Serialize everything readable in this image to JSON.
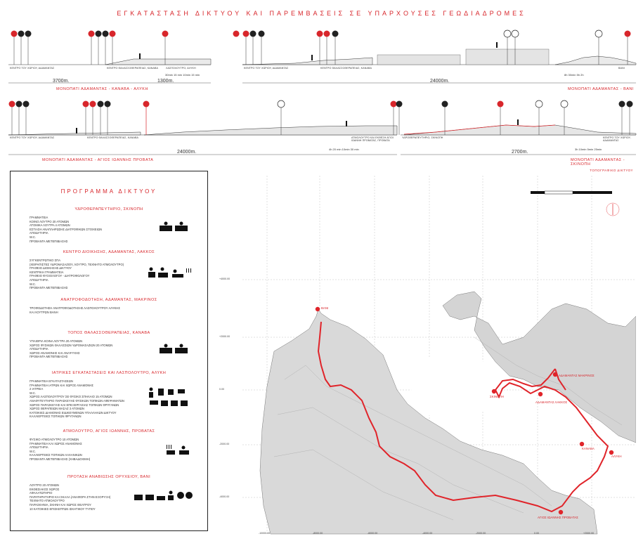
{
  "title": "ΕΓΚΑΤΑΣΤΑΣΗ ΔΙΚΤΥΟΥ ΚΑΙ ΠΑΡΕΜΒΑΣΕΙΣ ΣΕ ΥΠΑΡΧΟΥΣΕΣ ΓΕΩΔΙΑΔΡΟΜΕΣ",
  "routes": {
    "r1": {
      "name": "ΜΟΝΟΠΑΤΙ ΑΔΑΜΑΝΤΑΣ - ΚΑΝΑΒΑ - ΑΛΥΚΗ",
      "dist_a": "3700m.",
      "dist_b": "1300m.",
      "stop_a": "ΚΕΝΤΡΟ ΤΟΥ ΧΩΡΙΟΥ, ΑΔΑΜΑΝΤΑΣ",
      "stop_b": "ΚΕΝΤΡΟ ΘΑΛΑΣΣΟΘΕΡΑΠΕΙΑΣ, ΚΑΝΑΒΑ",
      "stop_c": "ΛΑΣΠΟΛΟΥΤΡΟ, ΑΛΥΚΗ",
      "times": "30min   15 min   10min   15 min"
    },
    "r2": {
      "name": "ΜΟΝΟΠΑΤΙ ΑΔΑΜΑΝΤΑΣ - ΒΑΝΙ",
      "dist": "24000m.",
      "stop_a": "ΚΕΝΤΡΟ ΤΟΥ ΧΩΡΙΟΥ, ΑΔΑΜΑΝΤΑΣ",
      "stop_b": "ΚΕΝΤΡΟ ΘΑΛΑΣΣΟΘΕΡΑΠΕΙΑΣ, ΚΑΝΑΒΑ",
      "stop_c": "ΒΑΝΙ",
      "times": "8h   30min   5h   2h"
    },
    "r3": {
      "name": "ΜΟΝΟΠΑΤΙ ΑΔΑΜΑΝΤΑΣ - ΑΓΙΟΣ ΙΩΑΝΝΗΣ ΠΡΟΒΑΤΑ",
      "dist": "24000m.",
      "stop_a": "ΚΕΝΤΡΟ ΤΟΥ ΧΩΡΙΟΥ, ΑΔΑΜΑΝΤΑΣ",
      "stop_b": "ΚΕΝΤΡΟ ΘΑΛΑΣΣΟΘΕΡΑΠΕΙΑΣ, ΚΑΝΑΒΑ",
      "stop_c": "ΑΤΜΟΛΟΥΤΡΟ ΚΑΙ ΕΚΘΕΣΗ ΑΓΙΟΙ ΙΩΑΝΝΗ ΠΡΟΒΑΤΑΣ, ΠΡΟΒΑΤΑ",
      "times": "4h   20 min   10min   30 min"
    },
    "r4": {
      "name": "ΜΟΝΟΠΑΤΙ ΑΔΑΜΑΝΤΑΣ - ΣΚΙΝΟΠΗ",
      "dist": "2700m.",
      "stop_a": "ΥΔΡΟΘΕΡΑΠΕΥΤΗΡΙΟ, ΣΚΙΝΟΠΗ",
      "stop_b": "ΚΕΝΤΡΟ ΤΟΥ ΧΩΡΙΟΥ, ΑΔΑΜΑΝΤΑΣ",
      "times": "3h   10min   5min   25min"
    }
  },
  "program": {
    "title": "ΠΡΟΓΡΑΜΜΑ ΔΙΚΤΥΟΥ",
    "sections": [
      {
        "title": "ΥΔΡΟΘΕΡΑΠΕΥΤΗΡΙΟ, ΣΚΙΝΟΠΗ",
        "items": [
          "ΓΡΑΜΜΑΤΕΙΑ",
          "ΚΟΙΝΟ ΛΟΥΤΡΟ 20 ΑΤΟΜΩΝ",
          "ΑΤΟΜΙΚΑ ΛΟΥΤΡΑ 4 ΑΤΟΜΩΝ",
          "ΕΣΤΙΑΣΗ ΑΝΑΠΛΗΡΩΣΗΣ ΔΙΑΤΡΟΦΙΚΩΝ ΣΤΟΙΧΕΙΩΝ",
          "ΑΠΟΔΥΤΗΡΙΑ",
          "W.C.",
          "ΠΡΟΒΑΝΤΑ ΜΕΤΕΠΙΒΙΑΣΗΣ"
        ]
      },
      {
        "title": "ΚΕΝΤΡΟ ΔΙΟΙΚΗΣΗΣ, ΑΔΑΜΑΝΤΑΣ, ΛΑΚΚΟΣ",
        "items": [
          "ΣΥΓΚΕΝΤΡΩΤΙΚΟ ΣΠΑ",
          "(ΧΕΙΡΑΠΙΣΤΕΣ ΥΔΡΟΜΑΣΑΖΙΟΥ, ΛΟΥΤΡΟ, ΤΕΧΝΗΤΟ ΑΤΜΟΛΟΥΤΡΟ)",
          "ΓΡΑΦΕΙΟ ΔΙΟΙΚΗΣΗΣ ΔΙΚΤΥΟΥ",
          "ΚΕΝΤΡΙΚΗ ΓΡΑΜΜΑΤΕΙΑ",
          "ΓΡΑΦΕΙΟ ΦΥΣΙΟΛΟΓΟΥ - ΔΙΑΤΡΟΦΟΛΟΓΟΥ",
          "ΑΠΟΔΥΤΗΡΙΑ",
          "W.C.",
          "ΠΡΟΒΑΝΤΑ ΜΕΤΕΠΙΒΙΑΣΗΣ"
        ]
      },
      {
        "title": "ΑΝΑΤΡΟΦΟΔΟΤΗΣΗ, ΑΔΑΜΑΝΤΑΣ, ΜΑΚΡΙΝΟΣ",
        "items": [
          "ΤΡΟΦΟΔΟΤΗΣΗ ΑΝΑΤΡΟΦΟΔΟΤΗΣΗΣ ΛΑΣΠΟΛΟΥΤΡΟΥ ΑΛΥΚΗΣ",
          "ΚΑΙ ΛΟΥΤΡΩΝ ΒΑΝΗ"
        ]
      },
      {
        "title": "ΤΟΠΟΣ ΘΑΛΑΣΣΟΘΕΡΑΠΕΙΑΣ, ΚΑΝΑΒΑ",
        "items": [
          "ΥΠΑΙΘΡΙΑ ΚΟΙΝΑ ΛΟΥΤΡΑ 20 ΑΤΟΜΩΝ",
          "ΧΩΡΟΣ ΦΥΣΙΚΩΝ ΘΑΛΑΣΣΙΩΝ ΥΔΡΟΜΑΣΑΖΙΩΝ 20 ΑΤΟΜΩΝ",
          "ΑΠΟΔΥΤΗΡΙΑ",
          "ΧΩΡΟΣ ΑΝΑΜΟΝΗΣ ΚΑΙ ΑΝΑΨΥΧΗΣ",
          "ΠΡΟΒΑΝΤΑ ΜΕΤΕΠΙΒΙΑΣΗΣ"
        ]
      },
      {
        "title": "ΙΑΤΡΙΚΕΣ ΕΓΚΑΤΑΣΤΑΣΕΙΣ ΚΑΙ ΛΑΣΠΟΛΟΥΤΡΟ, ΑΛΥΚΗ",
        "items": [
          "ΓΡΑΜΜΑΤΕΙΑ ΕΓΚΑΤΑΣΤΑΣΕΩΝ",
          "ΓΡΑΜΜΑΤΕΙΑ ΙΑΤΡΩΝ ΚΑΙ ΧΩΡΟΣ ΑΝΑΜΟΝΗΣ",
          "2 ΙΑΤΡΕΙΑ",
          "W.C.",
          "ΧΩΡΟΣ ΛΑΣΠΟΛΟΥΤΡΟΥ ΣΕ ΦΥΣΙΚΟ ΣΠΗΛΑΙΟ 15 ΑΤΟΜΩΝ",
          "ΑΝΑΦΥΤΕΥΤΗΡΙΟ ΠΑΡΑΣΚΕΥΗΣ ΦΥΣΙΚΩΝ ΤΟΠΙΚΩΝ ΑΦΕΨΗΜΑΤΩΝ",
          "ΧΩΡΟΣ ΠΑΡΑΣΚΕΥΗΣ ΚΑΙ ΕΠΕΞΕΡΓΑΣΙΑΣ ΤΟΠΙΚΩΝ ΦΡΥΓΑΝΩΝ",
          "ΧΩΡΟΣ ΘΕΡΑΠΕΙΩΝ ΜΑΣΑΖ 3 ΑΤΟΜΩΝ",
          "ΚΑΤΟΙΚΙΕΣ ΔΙΑΜΟΝΗΣ ΕΙΔΙΚΕΥΜΕΝΩΝ ΥΠΑΛΛΗΛΩΝ ΔΙΚΤΥΟΥ",
          "ΚΑΛΛΙΕΡΓΕΙΕΣ ΤΟΠΙΚΩΝ ΦΡΥΓΑΝΩΝ"
        ]
      },
      {
        "title": "ΑΤΜΟΛΟΥΤΡΟ, ΑΓΙΟΣ ΙΩΑΝΝΗΣ, ΠΡΟΒΑΤΑΣ",
        "items": [
          "ΦΥΣΙΚΟ ΑΤΜΟΛΟΥΤΡΟ 10 ΑΤΟΜΩΝ",
          "ΓΡΑΜΜΑΤΕΙΑ ΚΑΙ ΧΩΡΟΣ ΑΝΑΜΟΝΗΣ",
          "ΑΠΟΔΥΤΗΡΙΑ",
          "W.C.",
          "ΚΑΛΛΙΕΡΓΕΙΕΣ ΤΟΠΙΚΩΝ ΛΑΧΑΝΙΚΩΝ",
          "ΠΡΟΒΑΝΤΑ ΜΕΤΕΠΙΒΙΑΣΗΣ (ΧΗΒΑΔΟΧΙΜΗ)"
        ]
      },
      {
        "title": "ΠΡΟΤΑΣΗ ΑΝΑΒΙΩΣΗΣ ΟΡΥΧΕΙΟΥ, ΒΑΝΙ",
        "items": [
          "ΛΟΥΤΡΟ 20 ΑΤΟΜΩΝ",
          "ΕΚΘΕΣΙΑΚΟΣ ΧΩΡΟΣ",
          "ΑΦΑΛΑΤΩΤΗΡΙΟ",
          "ΠΑΡΑΤΗΡΗΤΗΡΙΟ ΚΑΙ ΣΚΑΛΑ (ΑΝΑΦΟΡΑ ΣΤΗΝ ΕΞΟΡΥΞΗ)",
          "ΤΕΧΝΗΤΟ ΑΤΜΟΛΟΥΤΡΟ",
          "ΠΑΡΑΣΚΗΝΙΑ, ΣΚΗΝΗ ΚΑΙ ΧΩΡΟΣ ΘΕΑΤΡΟΥ",
          "10 ΚΑΤΟΙΚΙΕΣ ΕΠΙΣΚΕΠΤΩΝ ΙΣΚΗΤΙΚΟΥ ΤΥΠΟΥ"
        ]
      }
    ]
  },
  "map": {
    "label": "ΤΟΠΟΓΡΑΦΙΚΟ ΔΙΚΤΥΟΥ",
    "places": {
      "vani": "ΒΑΝΙ",
      "skinopi": "ΣΚΙΝΟΠΗ",
      "adamantas_makrinos": "ΑΔΑΜΑΝΤΑΣ ΜΑΚΡΙΝΟΣ",
      "adamantas_lakkos": "ΑΔΑΜΑΝΤΑΣ ΛΑΚΚΟΣ",
      "kanava": "ΚΑΝΑΒΑ",
      "alyki": "ΑΛΥΚΗ",
      "provatas": "ΑΓΙΟΣ ΙΩΑΝΝΗΣ ΠΡΟΒΑΤΑΣ"
    },
    "x_ticks": [
      "-10000.00",
      "-8000.00",
      "-6000.00",
      "-4000.00",
      "-2000.00",
      "0.00",
      "+2000.00"
    ],
    "y_ticks": [
      "+4000.00",
      "+2000.00",
      "0.00",
      "-2000.00",
      "-4000.00"
    ],
    "route_color": "#e0242a"
  },
  "colors": {
    "accent": "#d8262b"
  }
}
